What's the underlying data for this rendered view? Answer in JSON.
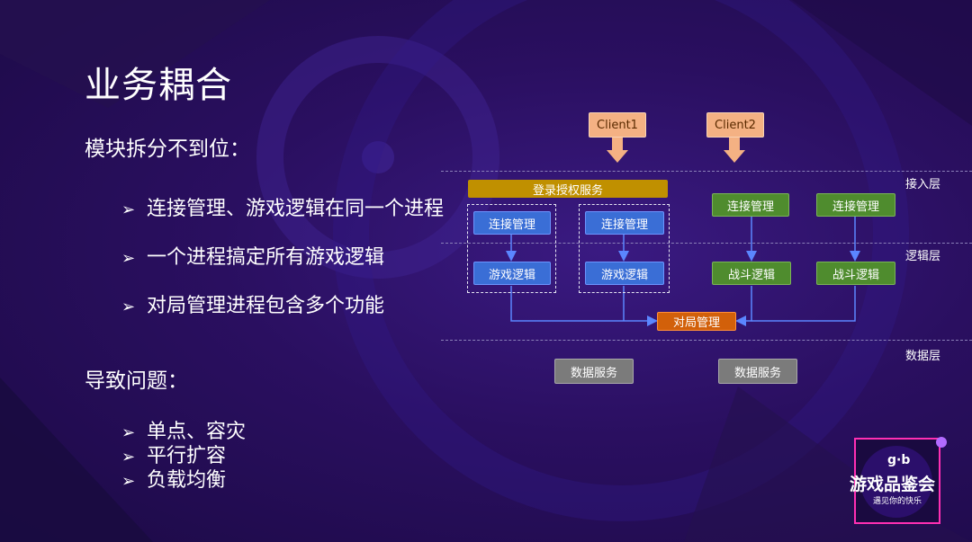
{
  "slide": {
    "title": "业务耦合",
    "section1": "模块拆分不到位：",
    "bullets1": [
      "连接管理、游戏逻辑在同一个进程",
      "一个进程搞定所有游戏逻辑",
      "对局管理进程包含多个功能"
    ],
    "section2": "导致问题：",
    "bullets2": [
      "单点、容灾",
      "平行扩容",
      "负载均衡"
    ],
    "arrow_glyph": "➢"
  },
  "diagram": {
    "clients": [
      "Client1",
      "Client2"
    ],
    "login_service": "登录授权服务",
    "connection_mgmt": "连接管理",
    "game_logic": "游戏逻辑",
    "battle_logic": "战斗逻辑",
    "match_mgmt": "对局管理",
    "data_service": "数据服务",
    "layers": [
      "接入层",
      "逻辑层",
      "数据层"
    ]
  },
  "logo": {
    "brand": "g·b",
    "name": "游戏品鉴会",
    "tagline": "遇见你的快乐"
  },
  "colors": {
    "background": "#2a0f60",
    "client": "#f4b183",
    "login": "#c09000",
    "game_node": "#3a6ed6",
    "battle_node": "#4f8c2e",
    "match": "#d2600a",
    "data": "#7b7b7b",
    "connector": "#5b86ff"
  }
}
